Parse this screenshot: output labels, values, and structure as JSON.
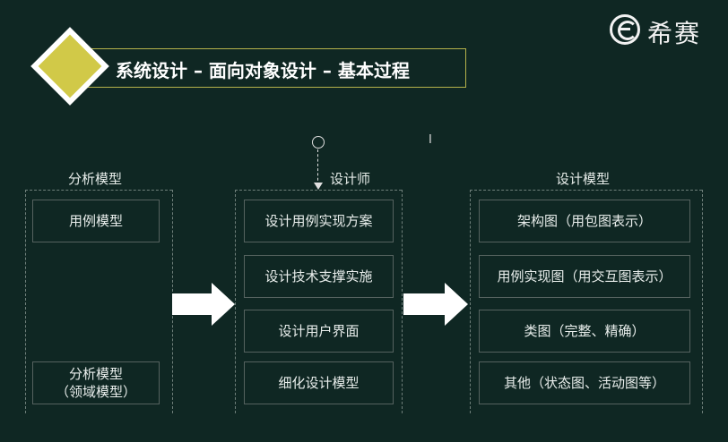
{
  "brand": {
    "logo_text": "希赛"
  },
  "title": "系统设计 – 面向对象设计 – 基本过程",
  "cursor_mark": "I",
  "columns": {
    "analysis": {
      "header": "分析模型",
      "items": [
        "用例模型"
      ],
      "bottom_item": {
        "line1": "分析模型",
        "line2": "（领域模型）"
      }
    },
    "designer": {
      "header": "设计师",
      "items": [
        "设计用例实现方案",
        "设计技术支撑实施",
        "设计用户界面",
        "细化设计模型"
      ]
    },
    "design_model": {
      "header": "设计模型",
      "items": [
        "架构图（用包图表示）",
        "用例实现图（用交互图表示）",
        "类图（完整、精确）",
        "其他（状态图、活动图等）"
      ]
    }
  },
  "colors": {
    "background": "#0f2723",
    "accent_yellow": "#d1c948",
    "title_border": "#b5b24a",
    "box_border": "#55625f",
    "arrow": "#ffffff"
  }
}
